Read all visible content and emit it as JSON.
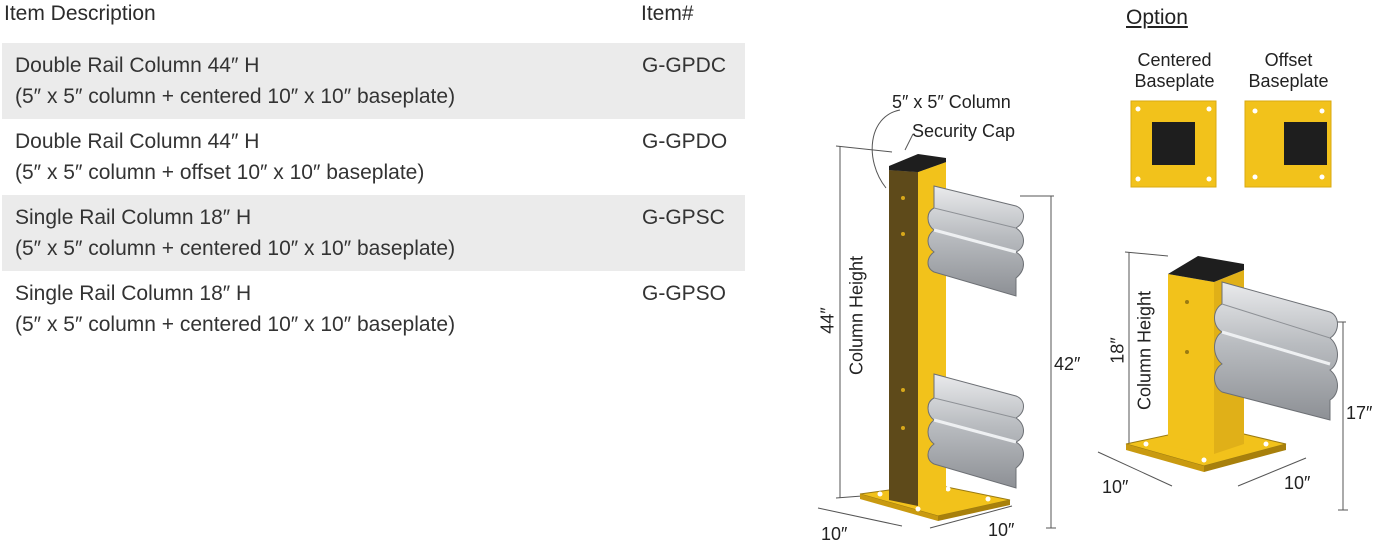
{
  "table": {
    "header_description": "Item Description",
    "header_item": "Item#",
    "rows": [
      {
        "line1": "Double Rail Column 44″ H",
        "line2": "(5″ x 5″ column + centered 10″ x 10″ baseplate)",
        "code": "G-GPDC"
      },
      {
        "line1": "Double Rail Column 44″ H",
        "line2": "(5″ x 5″ column + offset 10″ x 10″ baseplate)",
        "code": "G-GPDO"
      },
      {
        "line1": "Single Rail Column 18″ H",
        "line2": "(5″ x 5″ column + centered 10″ x 10″ baseplate)",
        "code": "G-GPSC"
      },
      {
        "line1": "Single Rail Column 18″ H",
        "line2": "(5″ x 5″ column + centered 10″ x 10″ baseplate)",
        "code": "G-GPSO"
      }
    ]
  },
  "diagram": {
    "cap_label_line1": "5″ x 5″ Column",
    "cap_label_line2": "Security Cap",
    "tall_height": "44″",
    "column_height": "Column Height",
    "tall_rail_height": "42″",
    "tall_base_left": "10″",
    "tall_base_right": "10″",
    "short_height": "18″",
    "short_rail_height": "17″",
    "short_base_left": "10″",
    "short_base_right": "10″"
  },
  "option": {
    "title": "Option",
    "centered_line1": "Centered",
    "centered_line2": "Baseplate",
    "offset_line1": "Offset",
    "offset_line2": "Baseplate"
  },
  "colors": {
    "yellow": "#f2c21b",
    "yellow_dark": "#c99a10",
    "column_shade": "#5e4a1a",
    "cap": "#1e1e1e",
    "rail": "#b9bcc0"
  }
}
